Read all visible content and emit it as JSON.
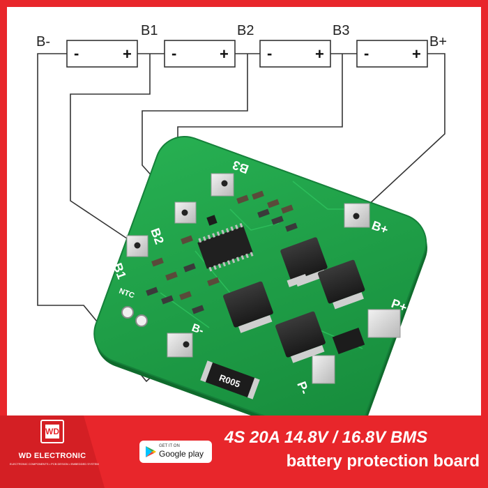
{
  "diagram": {
    "terminals": {
      "b_minus": "B-",
      "b1": "B1",
      "b2": "B2",
      "b3": "B3",
      "b_plus": "B+"
    },
    "cells": [
      {
        "minus": "-",
        "plus": "+"
      },
      {
        "minus": "-",
        "plus": "+"
      },
      {
        "minus": "-",
        "plus": "+"
      },
      {
        "minus": "-",
        "plus": "+"
      }
    ],
    "board_labels": {
      "b3": "B3",
      "b2": "B2",
      "b1": "B1",
      "b_plus": "B+",
      "b_minus": "B-",
      "ntc": "NTC",
      "p_plus": "P+",
      "p_minus": "P-",
      "resistor": "R005"
    }
  },
  "banner": {
    "brand_name": "WD ELECTRONIC",
    "brand_mark": "WD",
    "brand_tagline": "ELECTRONIC COMPONENTS • PCB DESIGN • EMBEDDED SYSTEM",
    "store_badge_small": "GET IT ON",
    "store_badge_main": "Google play",
    "title_line1": "4S 20A 14.8V / 16.8V BMS",
    "title_line2": "battery protection board"
  },
  "colors": {
    "accent_red": "#e8262b",
    "pcb_green": "#1f9e47",
    "pad_silver": "#d9d9d9"
  }
}
